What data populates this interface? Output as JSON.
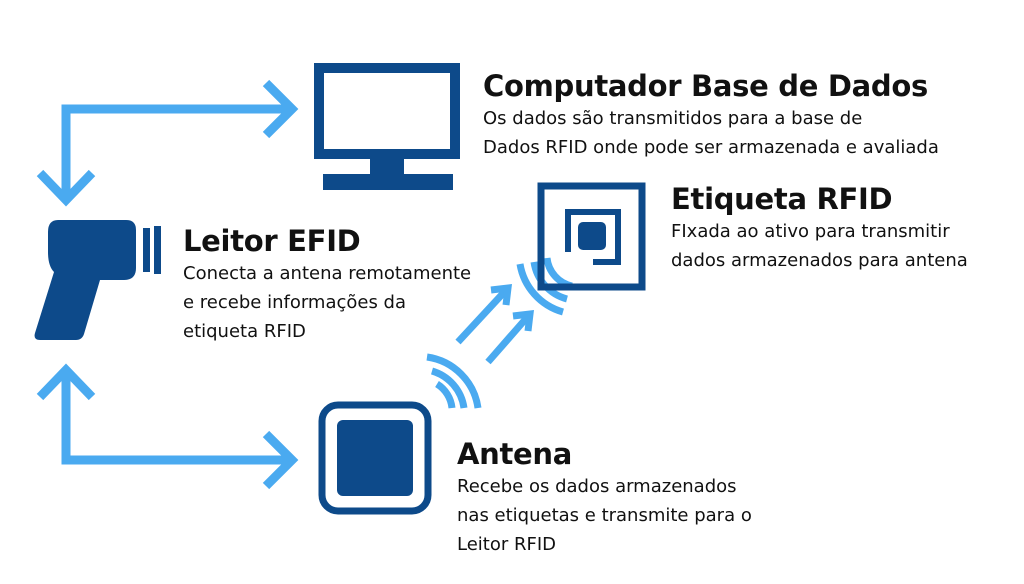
{
  "colors": {
    "dark_blue": "#0d4a8a",
    "light_blue": "#4aaaf0",
    "text": "#111111"
  },
  "computer": {
    "title": "Computador Base de Dados",
    "lines": [
      "Os dados são transmitidos para a base de",
      "Dados RFID onde pode ser armazenada e avaliada"
    ],
    "icon": "monitor-icon"
  },
  "tag": {
    "title": "Etiqueta RFID",
    "lines": [
      "FIxada ao ativo para transmitir",
      "dados armazenados para antena"
    ],
    "icon": "rfid-tag-icon"
  },
  "reader": {
    "title": "Leitor EFID",
    "lines": [
      "Conecta a antena remotamente",
      "e recebe informações da",
      "etiqueta RFID"
    ],
    "icon": "scanner-gun-icon"
  },
  "antenna": {
    "title": "Antena",
    "lines": [
      "Recebe os dados armazenados",
      "nas etiquetas e transmite para o",
      "Leitor RFID"
    ],
    "icon": "antenna-chip-icon"
  }
}
